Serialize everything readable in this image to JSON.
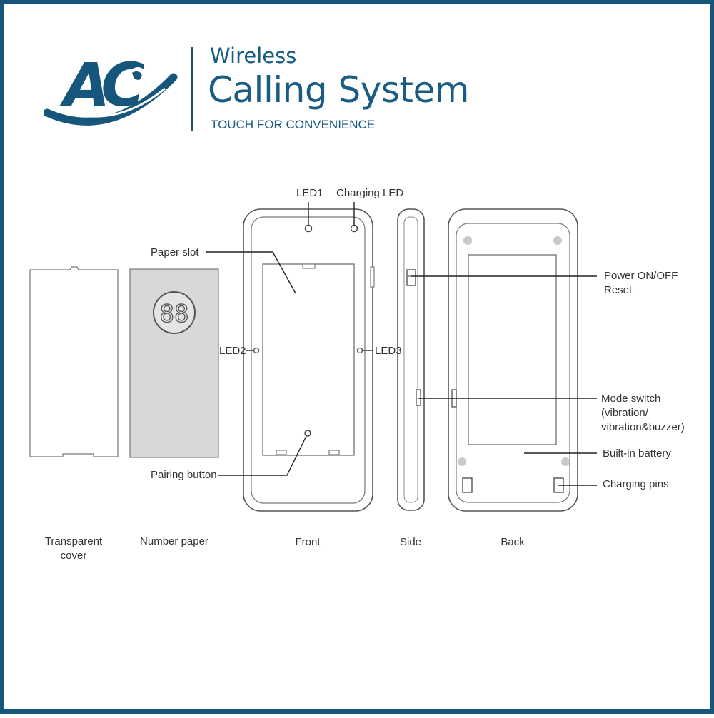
{
  "brand": {
    "logo_text": "AC",
    "title_line1": "Wireless",
    "title_line2": "Calling System",
    "tagline": "TOUCH FOR CONVENIENCE",
    "color": "#15567a"
  },
  "number_paper": {
    "digits": "88"
  },
  "callouts": {
    "led1": "LED1",
    "charging_led": "Charging LED",
    "paper_slot": "Paper slot",
    "led2": "LED2",
    "led3": "LED3",
    "pairing_button": "Pairing button",
    "power_line1": "Power ON/OFF",
    "power_line2": "Reset",
    "mode_line1": "Mode switch",
    "mode_line2": "(vibration/",
    "mode_line3": "vibration&buzzer)",
    "battery": "Built-in battery",
    "charging_pins": "Charging pins"
  },
  "captions": {
    "transparent_line1": "Transparent",
    "transparent_line2": "cover",
    "number_paper": "Number paper",
    "front": "Front",
    "side": "Side",
    "back": "Back"
  }
}
